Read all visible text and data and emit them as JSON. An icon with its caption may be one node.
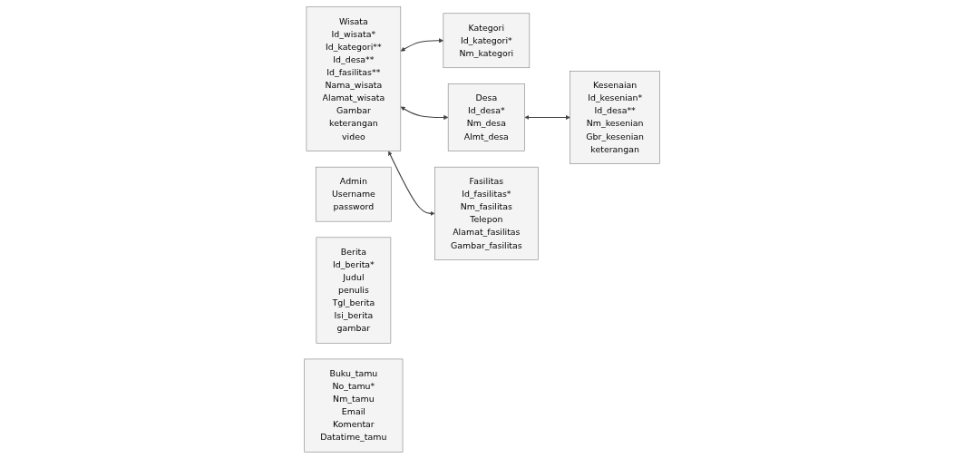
{
  "diagram": {
    "nodes": [
      {
        "text": [
          "Wisata",
          "Id_wisata*",
          "Id_kategori**",
          "Id_desa**",
          "Id_fasilitas**",
          "Nama_wisata",
          "Alamat_wisata",
          "Gambar",
          "keterangan",
          "video"
        ]
      },
      {
        "text": [
          "Kategori",
          "Id_kategori*",
          "Nm_kategori"
        ]
      },
      {
        "text": [
          "Kesenaian",
          "Id_kesenian*",
          "Id_desa**",
          "Nm_kesenian",
          "Gbr_kesenian",
          "keterangan"
        ]
      },
      {
        "text": [
          "Desa",
          "Id_desa*",
          "Nm_desa",
          "Almt_desa"
        ]
      },
      {
        "text": [
          "Admin",
          "Username",
          "password"
        ]
      },
      {
        "text": [
          "Berita",
          "Id_berita*",
          "Judul",
          "penulis",
          "Tgl_berita",
          "Isi_berita",
          "gambar"
        ]
      },
      {
        "text": [
          "Fasilitas",
          "Id_fasilitas*",
          "Nm_fasilitas",
          "Telepon",
          "Alamat_fasilitas",
          "Gambar_fasilitas"
        ]
      },
      {
        "text": [
          "Buku_tamu",
          "No_tamu*",
          "Nm_tamu",
          "Email",
          "Komentar",
          "Datatime_tamu"
        ]
      }
    ],
    "edges": [
      {
        "from": 0,
        "to": 1,
        "arrow": "both"
      },
      {
        "from": 0,
        "to": 3,
        "arrow": "both"
      },
      {
        "from": 3,
        "to": 2,
        "arrow": "both"
      },
      {
        "from": 0,
        "to": 6,
        "arrow": "both"
      }
    ]
  }
}
